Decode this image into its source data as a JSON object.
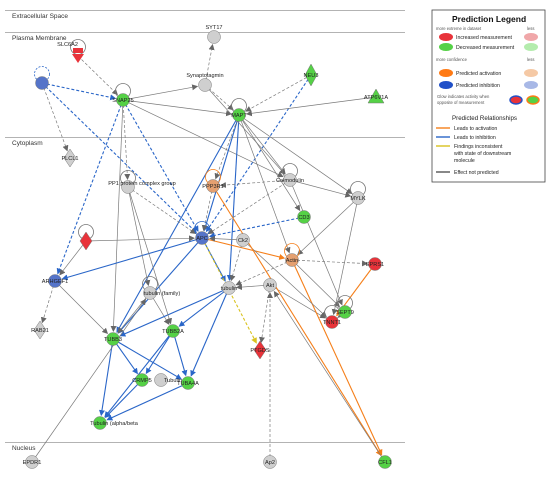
{
  "regions": [
    {
      "id": "extracellular",
      "label": "Extracellular Space"
    },
    {
      "id": "plasma",
      "label": "Plasma Membrane"
    },
    {
      "id": "cytoplasm",
      "label": "Cytoplasm"
    },
    {
      "id": "nucleus",
      "label": "Nucleus"
    }
  ],
  "nodes": [
    {
      "id": "slc6a2",
      "label": "SLC6A2",
      "color": "#e8333a",
      "shape": "triangle-down-box"
    },
    {
      "id": "syt17",
      "label": "SYT17",
      "color": "#cfcfcf",
      "shape": "circle"
    },
    {
      "id": "nrcam",
      "label": "NEU3",
      "color": "#55d146",
      "shape": "diamond-tall"
    },
    {
      "id": "atp6v1a",
      "label": "ATP6V1A",
      "color": "#55d146",
      "shape": "triangle"
    },
    {
      "id": "g1",
      "label": "",
      "color": "#5574c9",
      "shape": "circle"
    },
    {
      "id": "snap25",
      "label": "SNAP25",
      "color": "#55d146",
      "shape": "circle"
    },
    {
      "id": "synaptotagmin",
      "label": "Synaptotagmin",
      "color": "#cfcfcf",
      "shape": "circle"
    },
    {
      "id": "mapt",
      "label": "MAPT",
      "color": "#55d146",
      "shape": "circle"
    },
    {
      "id": "plcl1",
      "label": "PLCL1",
      "color": "#cfcfcf",
      "shape": "diamond"
    },
    {
      "id": "pp1",
      "label": "PP1 protein complex group",
      "color": "#cfcfcf",
      "shape": "circle"
    },
    {
      "id": "ppp3r1",
      "label": "PPP3R1",
      "color": "#e5a070",
      "shape": "circle"
    },
    {
      "id": "calmodulin",
      "label": "Calmodulin",
      "color": "#cfcfcf",
      "shape": "circle"
    },
    {
      "id": "mylk",
      "label": "MYLK",
      "color": "#cfcfcf",
      "shape": "circle"
    },
    {
      "id": "red1",
      "label": "",
      "color": "#e8333a",
      "shape": "diamond"
    },
    {
      "id": "apc",
      "label": "APC",
      "color": "#5574c9",
      "shape": "circle"
    },
    {
      "id": "ck2",
      "label": "Ck2",
      "color": "#cfcfcf",
      "shape": "circle"
    },
    {
      "id": "cd3",
      "label": "CD3",
      "color": "#55d146",
      "shape": "circle"
    },
    {
      "id": "arhgef1",
      "label": "ARHGEF1",
      "color": "#5574c9",
      "shape": "circle"
    },
    {
      "id": "tubulin_family",
      "label": "tubulin (family)",
      "color": "#cfcfcf",
      "shape": "circle"
    },
    {
      "id": "tubulin",
      "label": "tubulin",
      "color": "#cfcfcf",
      "shape": "circle"
    },
    {
      "id": "actin",
      "label": "Actin",
      "color": "#e5a070",
      "shape": "circle"
    },
    {
      "id": "akt",
      "label": "Akt",
      "color": "#cfcfcf",
      "shape": "circle"
    },
    {
      "id": "eprs1",
      "label": "EPRS1",
      "color": "#e8333a",
      "shape": "circle"
    },
    {
      "id": "rab21",
      "label": "RAB21",
      "color": "#cfcfcf",
      "shape": "diamond"
    },
    {
      "id": "tubb3",
      "label": "TUBB3",
      "color": "#55d146",
      "shape": "circle"
    },
    {
      "id": "tubb2a",
      "label": "TUBB2A",
      "color": "#55d146",
      "shape": "circle"
    },
    {
      "id": "sept9",
      "label": "SEPT9",
      "color": "#55d146",
      "shape": "circle"
    },
    {
      "id": "tnnt",
      "label": "TNNT1",
      "color": "#e8333a",
      "shape": "circle"
    },
    {
      "id": "ptgds",
      "label": "PTGDS",
      "color": "#e8333a",
      "shape": "diamond"
    },
    {
      "id": "crmp5",
      "label": "CRMP5",
      "color": "#55d146",
      "shape": "circle"
    },
    {
      "id": "tubulin_b",
      "label": "Tubulin",
      "color": "#cfcfcf",
      "shape": "circle"
    },
    {
      "id": "tuba4a",
      "label": "TUBA4A",
      "color": "#55d146",
      "shape": "circle"
    },
    {
      "id": "tub_ab",
      "label": "Tubulin (alpha/beta",
      "color": "#55d146",
      "shape": "circle"
    },
    {
      "id": "epdr1",
      "label": "EPDR1",
      "color": "#cfcfcf",
      "shape": "circle"
    },
    {
      "id": "ap2",
      "label": "Ap2",
      "color": "#cfcfcf",
      "shape": "circle"
    },
    {
      "id": "cfl1",
      "label": "CFL1",
      "color": "#55d146",
      "shape": "circle"
    }
  ],
  "edges": [
    {
      "from": "g1",
      "to": "snap25",
      "kind": "inhibition",
      "dashed": true
    },
    {
      "from": "g1",
      "to": "apc",
      "kind": "inhibition",
      "dashed": true
    },
    {
      "from": "g1",
      "to": "plcl1",
      "kind": "none",
      "dashed": true
    },
    {
      "from": "slc6a2",
      "to": "snap25",
      "kind": "none",
      "dashed": true
    },
    {
      "from": "synaptotagmin",
      "to": "syt17",
      "kind": "none",
      "dashed": true
    },
    {
      "from": "snap25",
      "to": "mapt",
      "kind": "none",
      "dashed": false
    },
    {
      "from": "snap25",
      "to": "synaptotagmin",
      "kind": "none",
      "dashed": false
    },
    {
      "from": "snap25",
      "to": "pp1",
      "kind": "none",
      "dashed": true
    },
    {
      "from": "snap25",
      "to": "arhgef1",
      "kind": "inhibition",
      "dashed": true
    },
    {
      "from": "snap25",
      "to": "apc",
      "kind": "inhibition",
      "dashed": true
    },
    {
      "from": "snap25",
      "to": "tubb3",
      "kind": "none",
      "dashed": false
    },
    {
      "from": "snap25",
      "to": "calmodulin",
      "kind": "none",
      "dashed": false
    },
    {
      "from": "nrcam",
      "to": "apc",
      "kind": "inhibition",
      "dashed": true
    },
    {
      "from": "nrcam",
      "to": "mapt",
      "kind": "none",
      "dashed": true
    },
    {
      "from": "atp6v1a",
      "to": "mapt",
      "kind": "none",
      "dashed": false
    },
    {
      "from": "mapt",
      "to": "apc",
      "kind": "inhibition",
      "dashed": false
    },
    {
      "from": "mapt",
      "to": "tubulin",
      "kind": "inhibition",
      "dashed": false
    },
    {
      "from": "mapt",
      "to": "tubb3",
      "kind": "inhibition",
      "dashed": false
    },
    {
      "from": "mapt",
      "to": "ppp3r1",
      "kind": "none",
      "dashed": true
    },
    {
      "from": "mapt",
      "to": "calmodulin",
      "kind": "none",
      "dashed": false
    },
    {
      "from": "mapt",
      "to": "mylk",
      "kind": "none",
      "dashed": false
    },
    {
      "from": "mapt",
      "to": "cd3",
      "kind": "none",
      "dashed": false
    },
    {
      "from": "mapt",
      "to": "actin",
      "kind": "none",
      "dashed": false
    },
    {
      "from": "synaptotagmin",
      "to": "mapt",
      "kind": "none",
      "dashed": true
    },
    {
      "from": "calmodulin",
      "to": "ppp3r1",
      "kind": "none",
      "dashed": true
    },
    {
      "from": "calmodulin",
      "to": "mylk",
      "kind": "none",
      "dashed": false
    },
    {
      "from": "calmodulin",
      "to": "apc",
      "kind": "none",
      "dashed": true
    },
    {
      "from": "pp1",
      "to": "apc",
      "kind": "none",
      "dashed": true
    },
    {
      "from": "ppp3r1",
      "to": "apc",
      "kind": "none",
      "dashed": true
    },
    {
      "from": "red1",
      "to": "apc",
      "kind": "none",
      "dashed": false
    },
    {
      "from": "red1",
      "to": "arhgef1",
      "kind": "none",
      "dashed": false
    },
    {
      "from": "cd3",
      "to": "apc",
      "kind": "inhibition",
      "dashed": true
    },
    {
      "from": "apc",
      "to": "tubulin",
      "kind": "inhibition",
      "dashed": false
    },
    {
      "from": "apc",
      "to": "ptgds",
      "kind": "inconsistent",
      "dashed": true
    },
    {
      "from": "apc",
      "to": "actin",
      "kind": "activation",
      "dashed": false
    },
    {
      "from": "apc",
      "to": "arhgef1",
      "kind": "inhibition",
      "dashed": false
    },
    {
      "from": "apc",
      "to": "tubb3",
      "kind": "inhibition",
      "dashed": false
    },
    {
      "from": "ck2",
      "to": "apc",
      "kind": "none",
      "dashed": false
    },
    {
      "from": "arhgef1",
      "to": "rab21",
      "kind": "none",
      "dashed": true
    },
    {
      "from": "arhgef1",
      "to": "tubb3",
      "kind": "none",
      "dashed": false
    },
    {
      "from": "tubulin_family",
      "to": "tubb3",
      "kind": "none",
      "dashed": false
    },
    {
      "from": "tubulin_family",
      "to": "tubb2a",
      "kind": "none",
      "dashed": false
    },
    {
      "from": "tubulin",
      "to": "tubb3",
      "kind": "inhibition",
      "dashed": false
    },
    {
      "from": "tubulin",
      "to": "tubb2a",
      "kind": "inhibition",
      "dashed": false
    },
    {
      "from": "tubb3",
      "to": "crmp5",
      "kind": "inhibition",
      "dashed": false
    },
    {
      "from": "tubb3",
      "to": "tub_ab",
      "kind": "inhibition",
      "dashed": false
    },
    {
      "from": "tubb3",
      "to": "tuba4a",
      "kind": "inhibition",
      "dashed": false
    },
    {
      "from": "tubb2a",
      "to": "tub_ab",
      "kind": "inhibition",
      "dashed": false
    },
    {
      "from": "tubb2a",
      "to": "crmp5",
      "kind": "inhibition",
      "dashed": false
    },
    {
      "from": "tubb2a",
      "to": "tuba4a",
      "kind": "inhibition",
      "dashed": false
    },
    {
      "from": "tuba4a",
      "to": "tub_ab",
      "kind": "inhibition",
      "dashed": false
    },
    {
      "from": "crmp5",
      "to": "tub_ab",
      "kind": "inhibition",
      "dashed": false
    },
    {
      "from": "tubulin",
      "to": "tuba4a",
      "kind": "inhibition",
      "dashed": false
    },
    {
      "from": "akt",
      "to": "tubulin",
      "kind": "none",
      "dashed": false
    },
    {
      "from": "akt",
      "to": "ptgds",
      "kind": "none",
      "dashed": true
    },
    {
      "from": "akt",
      "to": "tnnt",
      "kind": "none",
      "dashed": false
    },
    {
      "from": "actin",
      "to": "cfl1",
      "kind": "activation",
      "dashed": false
    },
    {
      "from": "actin",
      "to": "sept9",
      "kind": "none",
      "dashed": false
    },
    {
      "from": "actin",
      "to": "eprs1",
      "kind": "none",
      "dashed": true
    },
    {
      "from": "actin",
      "to": "tubulin",
      "kind": "none",
      "dashed": true
    },
    {
      "from": "ck2",
      "to": "tnnt",
      "kind": "none",
      "dashed": false
    },
    {
      "from": "eprs1",
      "to": "tnnt",
      "kind": "activation",
      "dashed": false
    },
    {
      "from": "sept9",
      "to": "tnnt",
      "kind": "none",
      "dashed": false
    },
    {
      "from": "mylk",
      "to": "tnnt",
      "kind": "none",
      "dashed": false
    },
    {
      "from": "mylk",
      "to": "actin",
      "kind": "none",
      "dashed": false
    },
    {
      "from": "ppp3r1",
      "to": "cfl1",
      "kind": "activation",
      "dashed": false
    },
    {
      "from": "calmodulin",
      "to": "sept9",
      "kind": "none",
      "dashed": false
    },
    {
      "from": "epdr1",
      "to": "tubulin_family",
      "kind": "none",
      "dashed": false
    },
    {
      "from": "ap2",
      "to": "akt",
      "kind": "none",
      "dashed": true
    },
    {
      "from": "cfl1",
      "to": "akt",
      "kind": "none",
      "dashed": false
    },
    {
      "from": "pp1",
      "to": "tubulin_family",
      "kind": "none",
      "dashed": false
    },
    {
      "from": "pp1",
      "to": "tubb2a",
      "kind": "none",
      "dashed": false
    },
    {
      "from": "ck2",
      "to": "tubulin",
      "kind": "none",
      "dashed": true
    },
    {
      "from": "synaptotagmin",
      "to": "calmodulin",
      "kind": "none",
      "dashed": false
    }
  ],
  "self_loops": [
    "slc6a2",
    "snap25",
    "mapt",
    "red1",
    "calmodulin",
    "mylk",
    "apc",
    "actin",
    "tubulin_family",
    "sept9",
    "g1",
    "pp1",
    "ppp3r1",
    "tnnt"
  ],
  "legend": {
    "title": "Prediction Legend",
    "section1": "more extreme in dataset",
    "less": "less",
    "items1": [
      {
        "label": "Increased measurement",
        "color": "#e8333a",
        "light": "#f0a7a9"
      },
      {
        "label": "Decreased measurement",
        "color": "#55d146",
        "light": "#b4ecad"
      }
    ],
    "section2": "more confidence",
    "items2": [
      {
        "label": "Predicted activation",
        "color": "#ff7a14",
        "light": "#f5c9a5"
      },
      {
        "label": "Predicted inhibition",
        "color": "#2050c8",
        "light": "#a8b8e6"
      }
    ],
    "glow_line1": "Glow indicates activity when",
    "glow_line2": "opposite of measurement",
    "relationships_title": "Predicted Relationships",
    "relationships": [
      {
        "label": "Leads to activation",
        "color": "#f57f1a"
      },
      {
        "label": "Leads to inhibition",
        "color": "#2a66c8"
      },
      {
        "label": "Findings inconsistent",
        "label2": "with state of downstream",
        "label3": "molecule",
        "color": "#d9c21e"
      },
      {
        "label": "Effect not predicted",
        "color": "#555555"
      }
    ]
  }
}
